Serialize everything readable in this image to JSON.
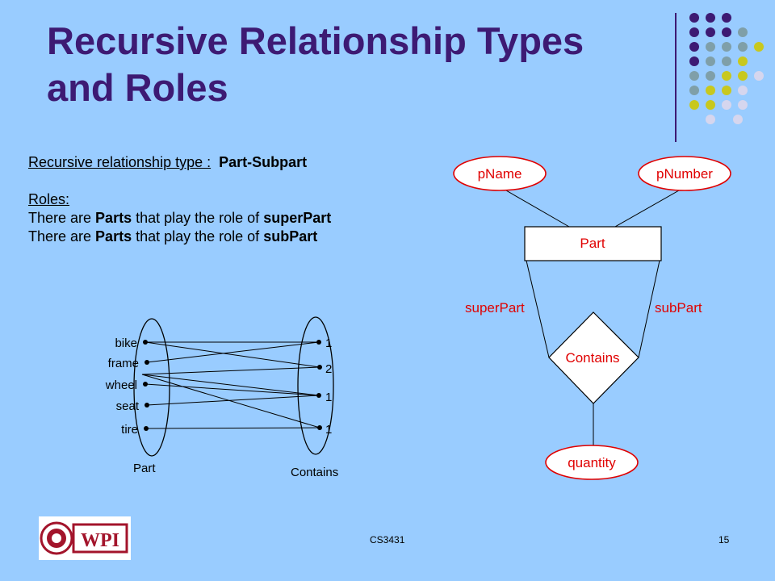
{
  "slide": {
    "title_line1": "Recursive Relationship Types",
    "title_line2": "and Roles",
    "rel_type_label": "Recursive relationship type :",
    "rel_type_value": "Part-Subpart",
    "roles_heading": "Roles:",
    "role_lines": [
      {
        "prefix": "There are ",
        "entity": "Parts",
        "middle": " that play the role of ",
        "role": "superPart"
      },
      {
        "prefix": "There are ",
        "entity": "Parts",
        "middle": " that play the role of ",
        "role": "subPart"
      }
    ]
  },
  "instance_diagram": {
    "left_items": [
      "bike",
      "frame",
      "wheel",
      "seat",
      "tire"
    ],
    "right_items": [
      "1",
      "2",
      "1",
      "1"
    ],
    "left_label": "Part",
    "right_label": "Contains"
  },
  "er_diagram": {
    "attr1": "pName",
    "attr2": "pNumber",
    "entity": "Part",
    "relationship": "Contains",
    "role_left": "superPart",
    "role_right": "subPart",
    "rel_attr": "quantity"
  },
  "footer": {
    "course": "CS3431",
    "page": "15",
    "logo_text": "WPI"
  },
  "colors": {
    "background": "#99ccff",
    "title": "#3d1a73",
    "dot_purple": "#3d1a73",
    "dot_gray": "#7f9fa8",
    "dot_yellow": "#c8c81e",
    "dot_lilac": "#d6d6ee",
    "logo_red": "#a3142b"
  }
}
